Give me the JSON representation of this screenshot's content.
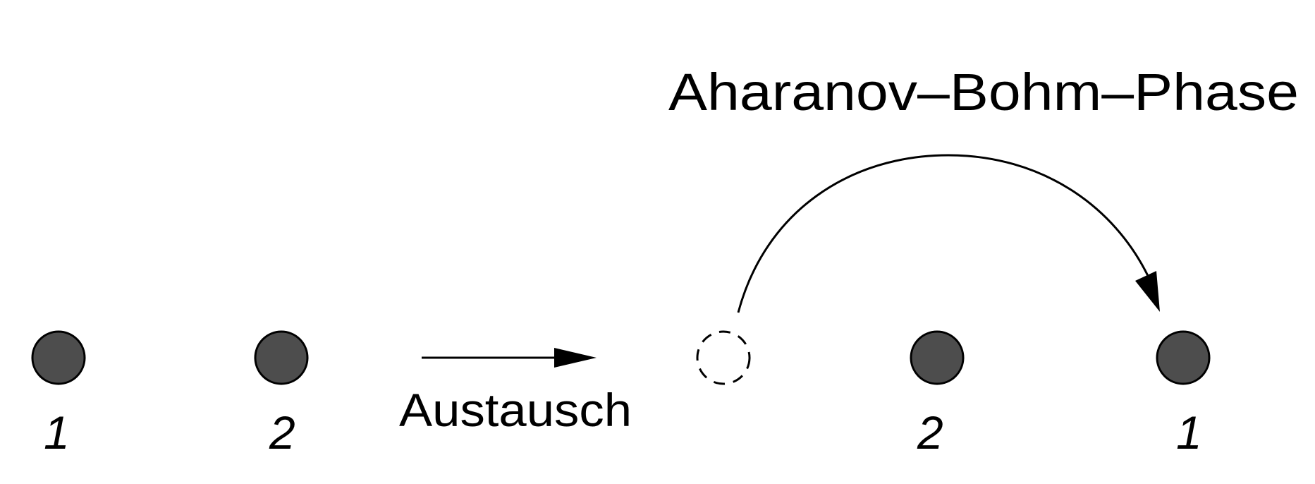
{
  "title": "Aharanov–Bohm–Phase",
  "exchange_label": "Austausch",
  "before": {
    "labels": [
      "1",
      "2"
    ]
  },
  "after": {
    "labels": [
      "2",
      "1"
    ]
  },
  "colors": {
    "particle_fill": "#4d4d4d",
    "stroke": "#000000"
  }
}
